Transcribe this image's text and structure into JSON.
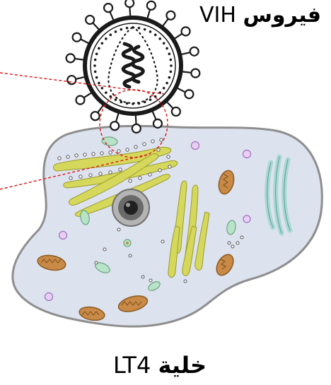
{
  "labels": {
    "virus_name": "VIH",
    "virus_word": "فيروس",
    "cell_name": "LT4",
    "cell_word": "خلية"
  },
  "colors": {
    "cell_fill": "#dde2ef",
    "cell_outline": "#8e8e8e",
    "er_fill": "#d5d85a",
    "mitochondria_fill": "#c88a46",
    "vesicle_fill": "#b9e3c9",
    "lysosome_fill": "#cfb6e6",
    "zoom_line": "#e02020",
    "virus_outline": "#1a1a1a"
  }
}
